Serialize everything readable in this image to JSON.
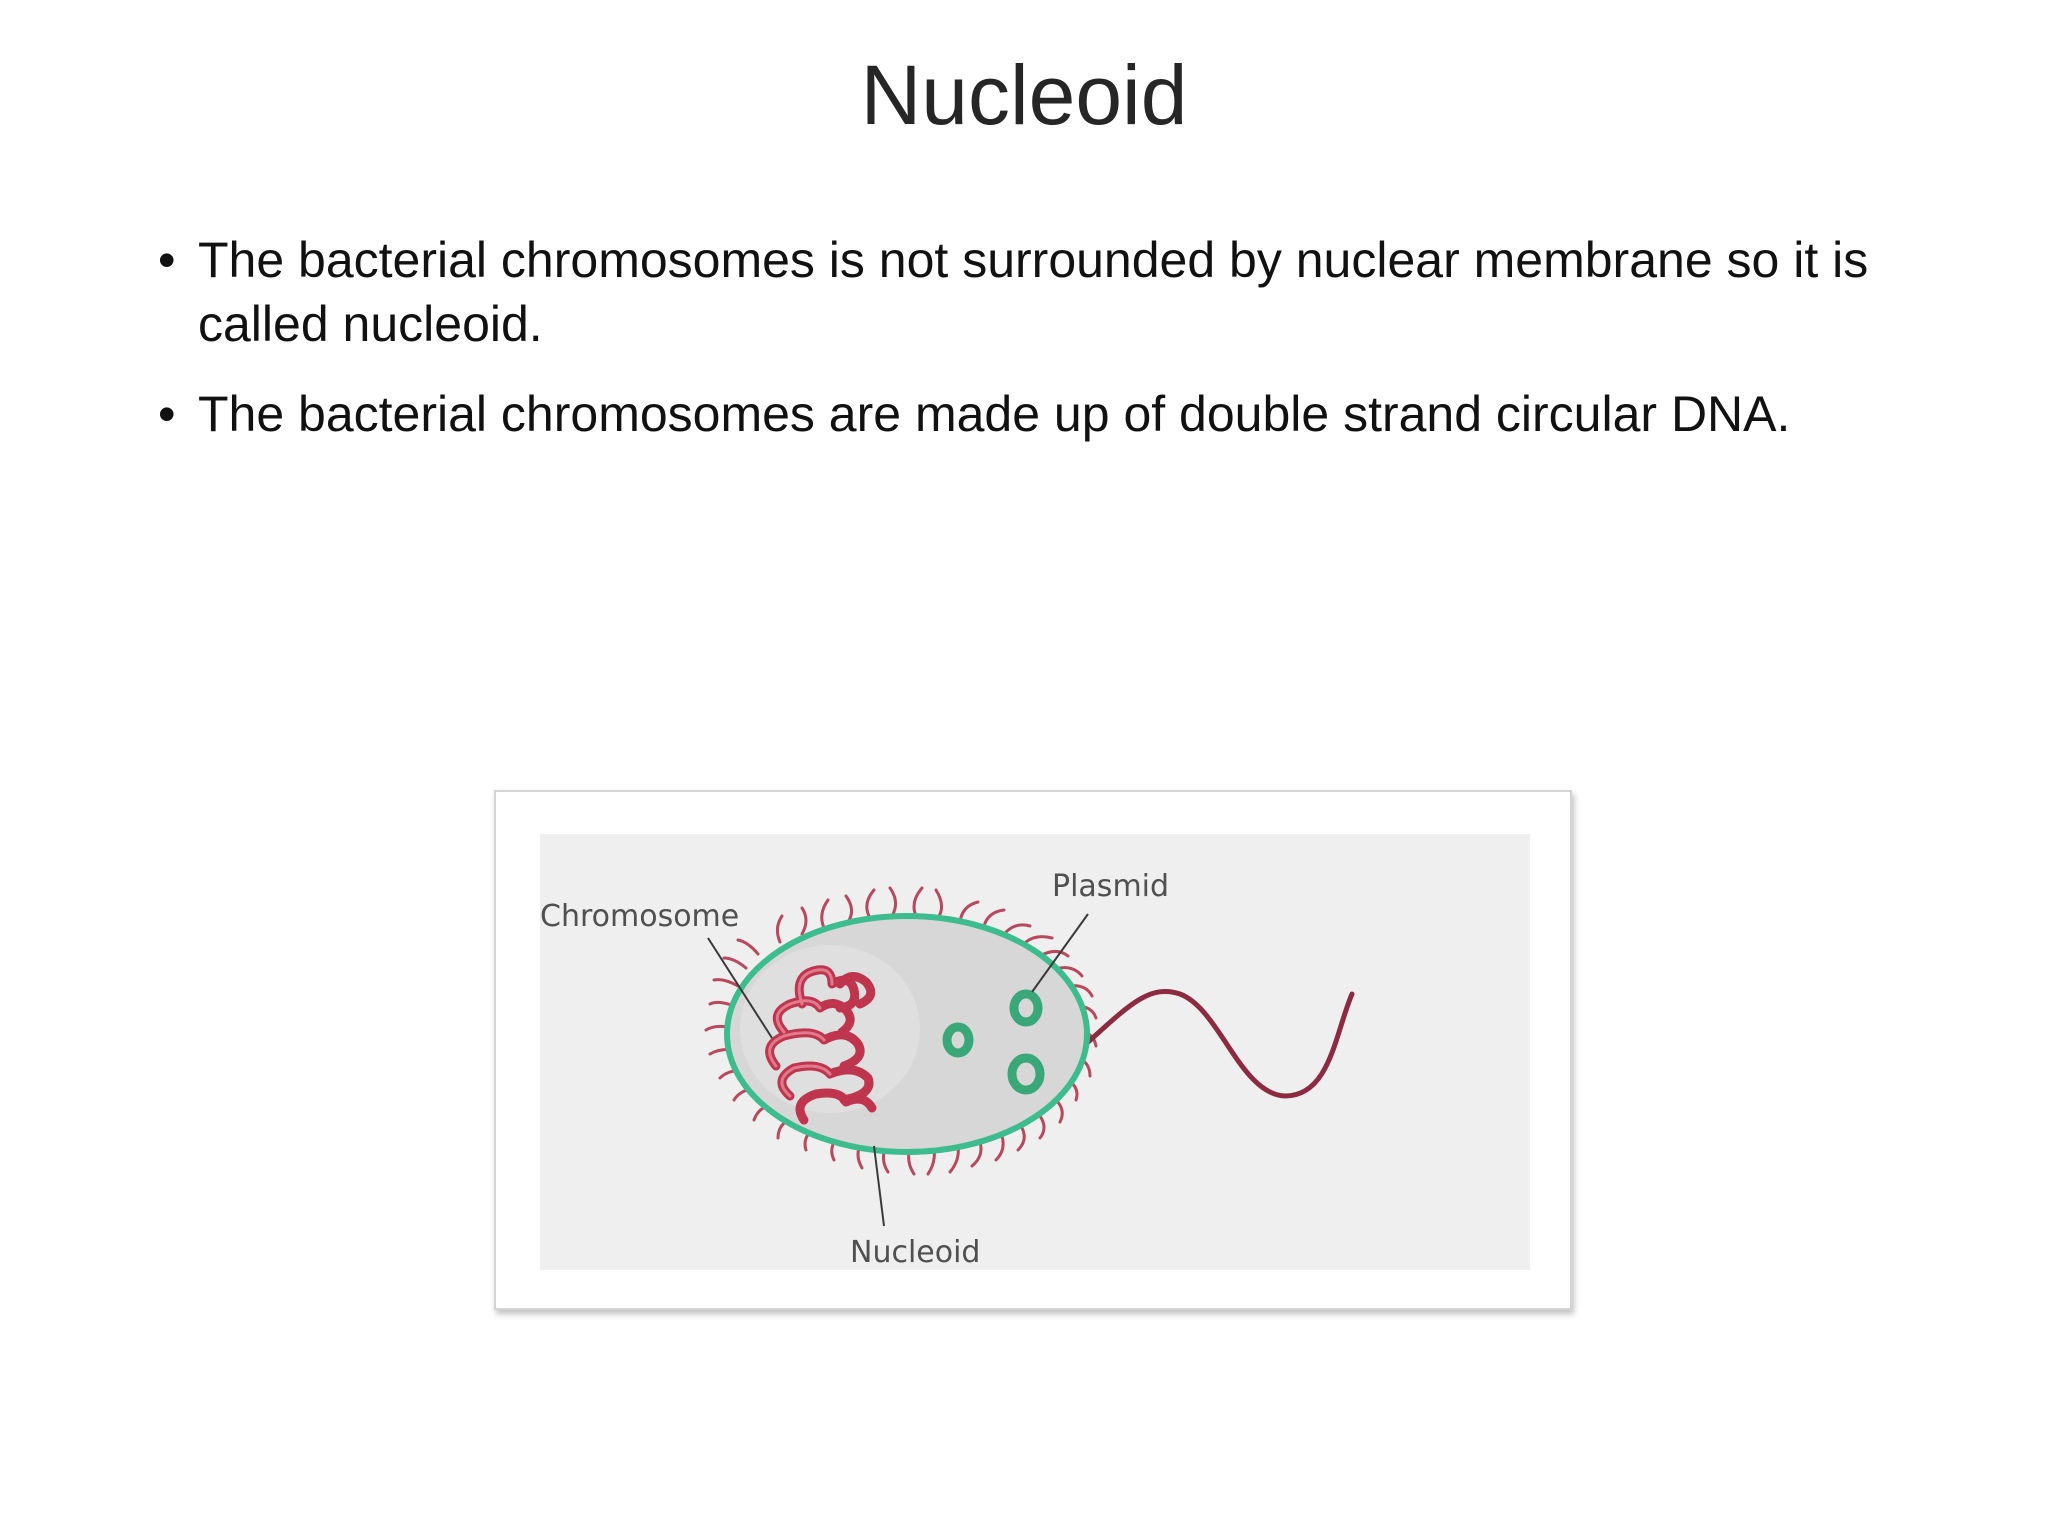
{
  "slide": {
    "title": "Nucleoid",
    "bullets": [
      {
        "marker": "•",
        "text": "The bacterial chromosomes is not surrounded by nuclear membrane so it is called nucleoid."
      },
      {
        "marker": "•",
        "text": "The bacterial chromosomes are made up of double strand circular DNA."
      }
    ]
  },
  "diagram": {
    "labels": {
      "chromosome": "Chromosome",
      "plasmid": "Plasmid",
      "nucleoid": "Nucleoid"
    },
    "colors": {
      "cell_membrane": "#3dbd8f",
      "cytoplasm": "#d7d7d7",
      "chromosome": "#c0354e",
      "plasmid": "#3aa779",
      "pili_and_flagellum": "#8c2a40",
      "background": "#efefef"
    }
  }
}
